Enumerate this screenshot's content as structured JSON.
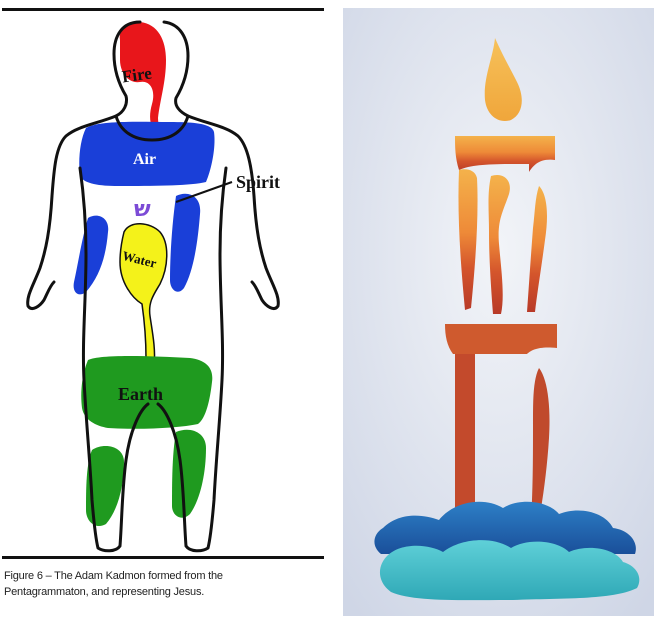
{
  "diagram": {
    "labels": {
      "fire": "Fire",
      "air": "Air",
      "spirit": "Spirit",
      "shin": "ש",
      "water": "Water",
      "earth": "Earth"
    },
    "caption_line1": "Figure 6 – The Adam Kadmon formed from the",
    "caption_line2": "Pentagrammaton, and representing Jesus."
  },
  "colors": {
    "fire": "#e8161b",
    "air": "#1a3fd8",
    "spirit_letter": "#7c4bd6",
    "water": "#f4f21a",
    "earth": "#1f9a1f",
    "outline": "#111111"
  }
}
